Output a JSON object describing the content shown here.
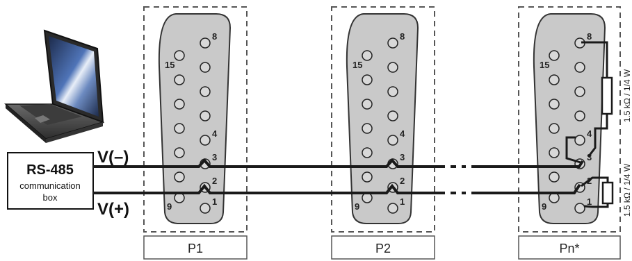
{
  "connectors": [
    {
      "label": "P1"
    },
    {
      "label": "P2"
    },
    {
      "label": "Pn*"
    }
  ],
  "pins_top_row": [
    "8",
    "4",
    "3",
    "2",
    "1"
  ],
  "pins_bottom_row": [
    "15",
    "9"
  ],
  "comm_box": {
    "title": "RS-485",
    "line1": "communication",
    "line2": "box"
  },
  "signals": {
    "negative": "V(–)",
    "positive": "V(+)"
  },
  "resistors": {
    "upper": "1.5 kΩ / 1/4 W",
    "lower": "1.5 kΩ / 1/4 W"
  },
  "colors": {
    "connector_fill": "#c8c8c8",
    "wire": "#1a1a1a",
    "dash": "#555555"
  }
}
